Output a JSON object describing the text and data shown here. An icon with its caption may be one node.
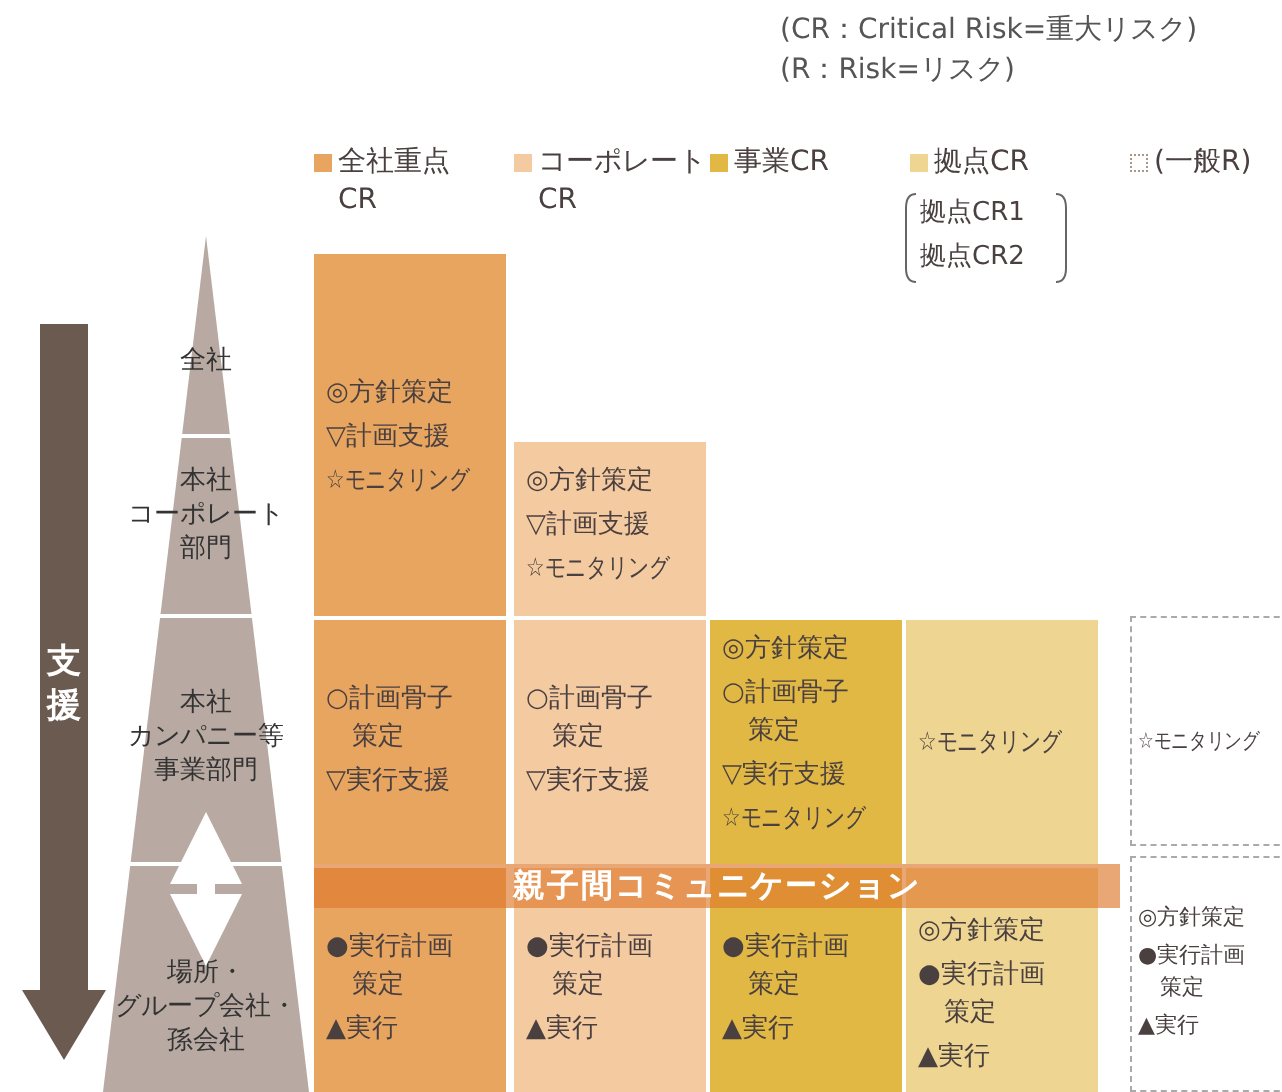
{
  "diagram": {
    "nodes": [
      {
        "text": [
          "全社"
        ]
      },
      {
        "text": [
          "本社コーポレート部門"
        ]
      },
      {
        "text": [
          "本社カンパニー等事業部門"
        ]
      },
      {
        "text": [
          "場所・グループ会社・孫会社"
        ]
      },
      {
        "text": [
          "支援"
        ]
      },
      {
        "text": [
          "◎方針策定",
          "▽計画支援",
          "☆モニタリング"
        ]
      },
      {
        "text": [
          "◎方針策定",
          "▽計画支援",
          "☆モニタリング"
        ]
      },
      {
        "text": [
          "○計画骨子策定",
          "▽実行支援"
        ]
      },
      {
        "text": [
          "○計画骨子策定",
          "▽実行支援"
        ]
      },
      {
        "text": [
          "◎方針策定",
          "○計画骨子策定",
          "▽実行支援",
          "☆モニタリング"
        ]
      },
      {
        "text": [
          "☆モニタリング"
        ]
      },
      {
        "text": [
          "☆モニタリング"
        ]
      },
      {
        "text": [
          "親子間コミュニケーション"
        ]
      },
      {
        "text": [
          "●実行計画策定",
          "▲実行"
        ]
      },
      {
        "text": [
          "●実行計画策定",
          "▲実行"
        ]
      },
      {
        "text": [
          "●実行計画策定",
          "▲実行"
        ]
      },
      {
        "text": [
          "◎方針策定",
          "●実行計画策定",
          "▲実行"
        ]
      },
      {
        "text": [
          "◎方針策定",
          "●実行計画策定",
          "▲実行"
        ]
      }
    ],
    "edges": [
      {
        "from": 2,
        "to": 3,
        "arrow": "both"
      }
    ],
    "labels": [
      "(CR：Critical Risk=重大リスク)",
      "(R：Risk=リスク)",
      "拠点CR1",
      "拠点CR2"
    ],
    "legend": [
      {
        "text": "全社重点CR",
        "color": "#e8a560"
      },
      {
        "text": "コーポレートCR",
        "color": "#f4caa0"
      },
      {
        "text": "事業CR",
        "color": "#e1b844"
      },
      {
        "text": "拠点CR",
        "color": "#eed592"
      },
      {
        "text": "(一般R)"
      }
    ]
  }
}
